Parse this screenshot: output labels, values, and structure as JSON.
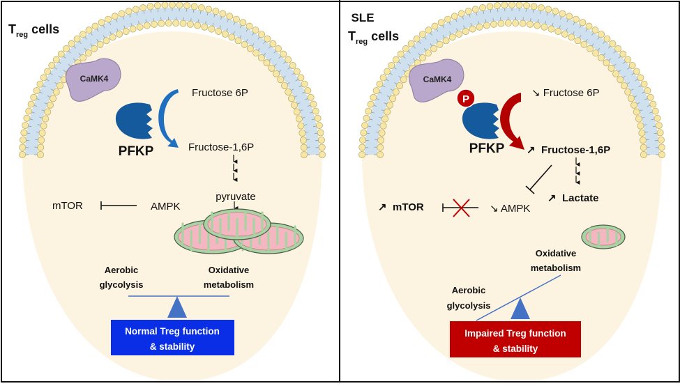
{
  "colors": {
    "cytoplasm": "#fdf3e1",
    "membrane_head": "#f6e7a6",
    "membrane_tail": "#cfe0ee",
    "camk4": "#b9a8cb",
    "pfkp": "#155a9c",
    "arrow_normal": "#1f6fc0",
    "arrow_sle": "#b30000",
    "phospho": "#c00000",
    "normal_box": "#0a2ee6",
    "impaired_box": "#c00000",
    "seesaw": "#4472c4",
    "mito_outer": "#a9d3a2",
    "mito_inner": "#f4b6c1",
    "inhibit_cross": "#c00000"
  },
  "left_panel": {
    "title_main": "T",
    "title_sub": "reg",
    "title_rest": " cells",
    "camk4_label": "CaMK4",
    "pfkp_label": "PFKP",
    "fructose6p": "Fructose 6P",
    "fructose16p": "Fructose-1,6P",
    "pyruvate": "pyruvate",
    "mtor": "mTOR",
    "ampk": "AMPK",
    "aerobic_line1": "Aerobic",
    "aerobic_line2": "glycolysis",
    "oxidative_line1": "Oxidative",
    "oxidative_line2": "metabolism",
    "outcome_line1": "Normal Treg function",
    "outcome_line2": "& stability"
  },
  "right_panel": {
    "title_line1": "SLE",
    "title_main": "T",
    "title_sub": "reg",
    "title_rest": " cells",
    "camk4_label": "CaMK4",
    "phospho_label": "P",
    "pfkp_label": "PFKP",
    "fructose6p": "↘ Fructose 6P",
    "fructose16p_arrow": "↗",
    "fructose16p": "Fructose-1,6P",
    "lactate_arrow": "↗",
    "lactate": "Lactate",
    "mtor_arrow": "↗",
    "mtor": "mTOR",
    "ampk": "↘ AMPK",
    "aerobic_line1": "Aerobic",
    "aerobic_line2": "glycolysis",
    "oxidative_line1": "Oxidative",
    "oxidative_line2": "metabolism",
    "outcome_line1": "Impaired Treg function",
    "outcome_line2": "& stability"
  }
}
